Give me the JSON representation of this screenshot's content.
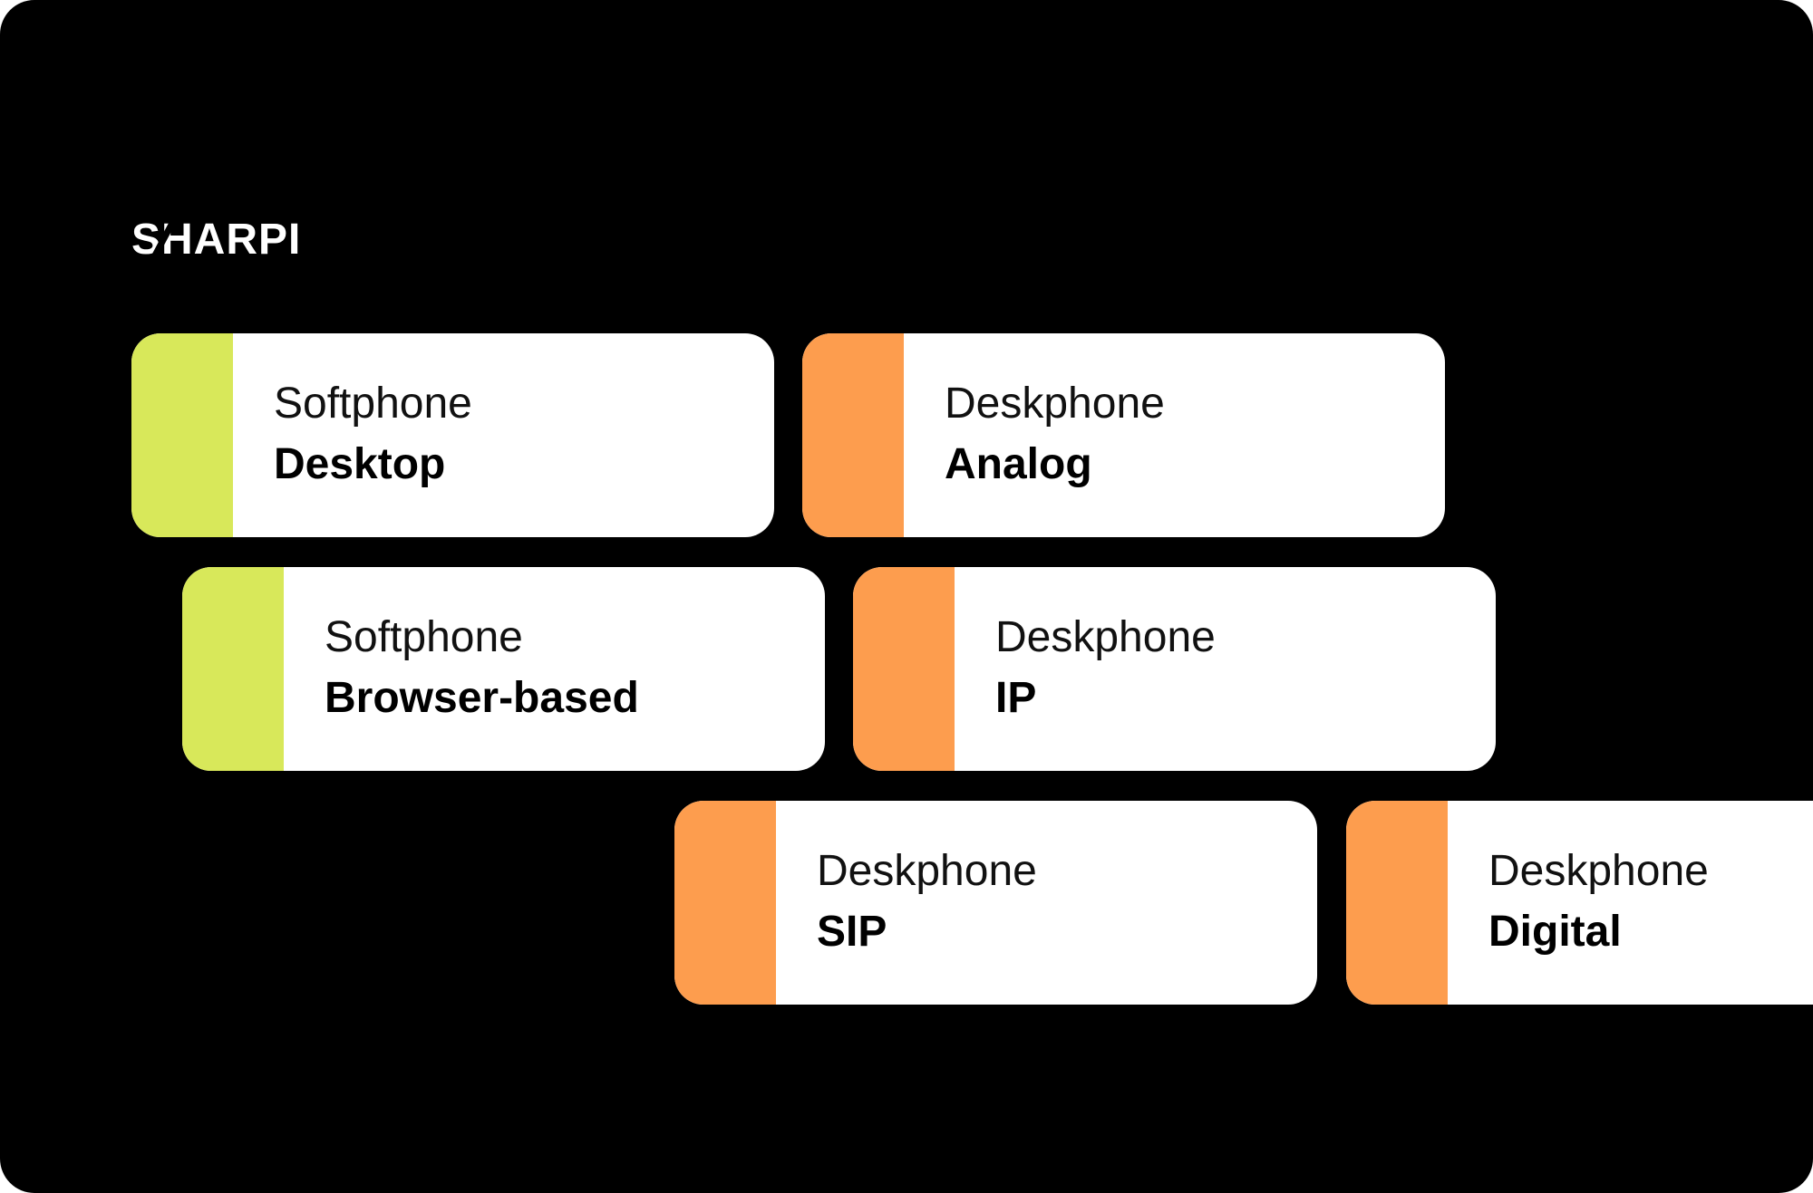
{
  "brand": {
    "logo_text": "SHARPI"
  },
  "colors": {
    "background": "#000000",
    "card": "#ffffff",
    "softphone_accent": "#d8e85a",
    "deskphone_accent": "#fd9d4e"
  },
  "cards": [
    {
      "kind": "Softphone",
      "variant": "Desktop",
      "accent": "#d8e85a"
    },
    {
      "kind": "Deskphone",
      "variant": "Analog",
      "accent": "#fd9d4e"
    },
    {
      "kind": "Softphone",
      "variant": "Browser-based",
      "accent": "#d8e85a"
    },
    {
      "kind": "Deskphone",
      "variant": "IP",
      "accent": "#fd9d4e"
    },
    {
      "kind": "Deskphone",
      "variant": "SIP",
      "accent": "#fd9d4e"
    },
    {
      "kind": "Deskphone",
      "variant": "Digital",
      "accent": "#fd9d4e"
    }
  ]
}
